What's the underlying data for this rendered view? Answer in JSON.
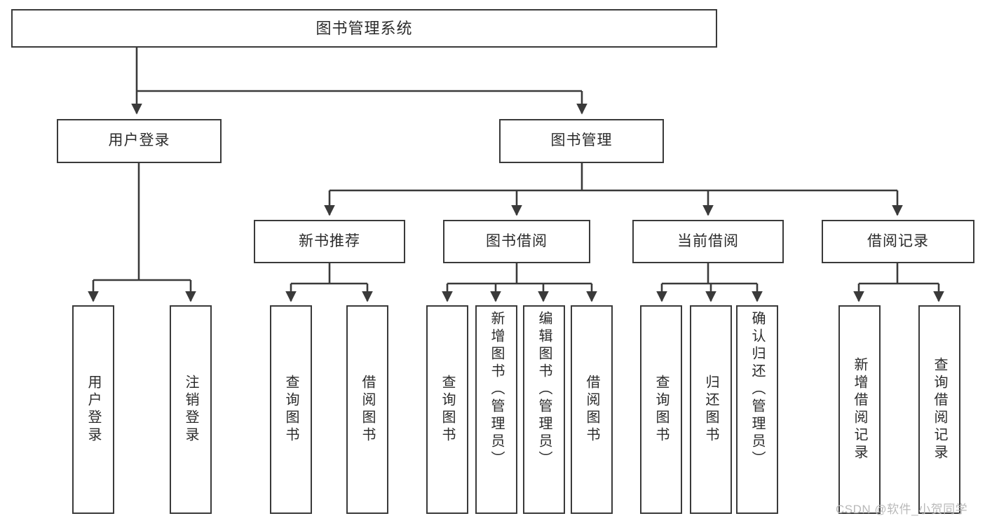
{
  "diagram": {
    "title": "图书管理系统",
    "type": "tree-hierarchy",
    "colors": {
      "stroke": "#3a3a3a",
      "fill": "#ffffff",
      "text": "#2b2b2b",
      "watermark": "#b9b9b9"
    },
    "root": {
      "id": "root",
      "label": "图书管理系统"
    },
    "level2": [
      {
        "id": "user-login",
        "label": "用户登录"
      },
      {
        "id": "book-manage",
        "label": "图书管理"
      }
    ],
    "level3": [
      {
        "id": "new-book-recommend",
        "label": "新书推荐"
      },
      {
        "id": "book-borrow",
        "label": "图书借阅"
      },
      {
        "id": "current-borrow",
        "label": "当前借阅"
      },
      {
        "id": "borrow-record",
        "label": "借阅记录"
      }
    ],
    "leaves": {
      "user-login": [
        {
          "id": "leaf-user-login",
          "label": "用户登录"
        },
        {
          "id": "leaf-logout",
          "label": "注销登录"
        }
      ],
      "new-book-recommend": [
        {
          "id": "leaf-query-book-1",
          "label": "查询图书"
        },
        {
          "id": "leaf-borrow-book-1",
          "label": "借阅图书"
        }
      ],
      "book-borrow": [
        {
          "id": "leaf-query-book-2",
          "label": "查询图书"
        },
        {
          "id": "leaf-add-book",
          "label": "新增图书（管理员）"
        },
        {
          "id": "leaf-edit-book",
          "label": "编辑图书（管理员）"
        },
        {
          "id": "leaf-borrow-book-2",
          "label": "借阅图书"
        }
      ],
      "current-borrow": [
        {
          "id": "leaf-query-book-3",
          "label": "查询图书"
        },
        {
          "id": "leaf-return-book",
          "label": "归还图书"
        },
        {
          "id": "leaf-confirm-return",
          "label": "确认归还（管理员）"
        }
      ],
      "borrow-record": [
        {
          "id": "leaf-add-record",
          "label": "新增借阅记录"
        },
        {
          "id": "leaf-query-record",
          "label": "查询借阅记录"
        }
      ]
    },
    "watermark": "CSDN @软件_小贺同学"
  }
}
